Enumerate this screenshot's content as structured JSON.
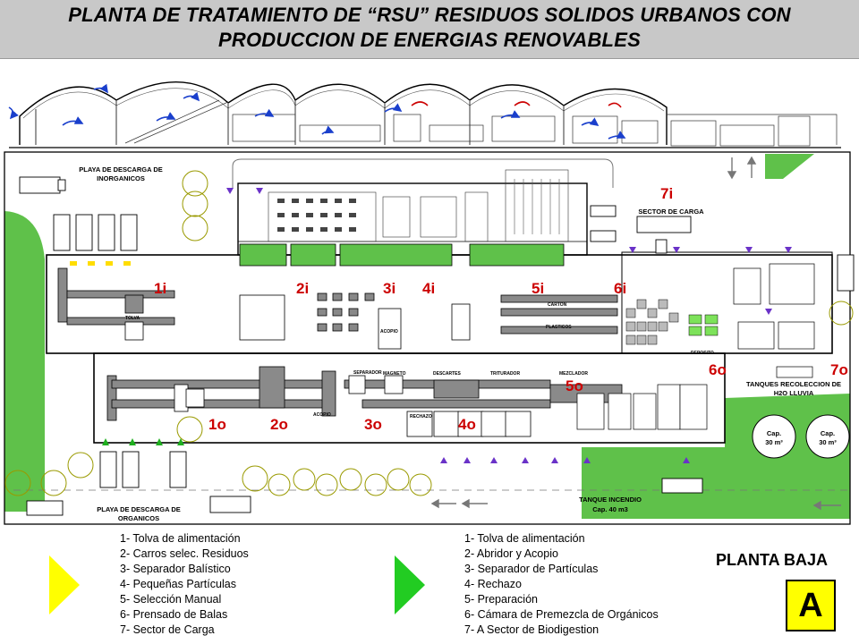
{
  "header": {
    "title_line1": "PLANTA DE TRATAMIENTO DE “RSU” RESIDUOS SOLIDOS URBANOS CON",
    "title_line2": "PRODUCCION DE ENERGIAS RENOVABLES"
  },
  "plan": {
    "areas": {
      "descarga_inorganicos": [
        "PLAYA DE DESCARGA DE",
        "INORGANICOS"
      ],
      "descarga_organicos": [
        "PLAYA DE DESCARGA DE",
        "ORGANICOS"
      ],
      "sector_carga": "SECTOR DE CARGA",
      "tanques_lluvia": [
        "TANQUES RECOLECCION DE",
        "H2O LLUVIA"
      ],
      "tanque_incendio": [
        "TANQUE INCENDIO",
        "Cap. 40 m3"
      ],
      "tank_capacity": [
        "Cap.",
        "30 m³"
      ]
    },
    "zone_labels_inorganic": [
      "1i",
      "2i",
      "3i",
      "4i",
      "5i",
      "6i",
      "7i"
    ],
    "zone_labels_organic": [
      "1o",
      "2o",
      "3o",
      "4o",
      "5o",
      "6o",
      "7o"
    ],
    "equipment_labels": {
      "tolva": "TOLVA",
      "acopio": "ACOPIO",
      "acopio_b": "ACOPIO",
      "separador": "SEPARADOR",
      "plasticos": "PLASTICOS",
      "carton": "CARTON",
      "trituradora": "TRITURADOR",
      "deposito": "DEPOSITO",
      "rechazo": "RECHAZO",
      "mezclador": "MEZCLADOR",
      "magneto": "MAGNETO",
      "descartes": "DESCARTES"
    }
  },
  "legend_inorganic": [
    "1- Tolva de alimentación",
    "2- Carros selec. Residuos",
    "3- Separador Balístico",
    "4- Pequeñas Partículas",
    "5- Selección Manual",
    "6- Prensado de Balas",
    "7- Sector de Carga"
  ],
  "legend_organic": [
    "1- Tolva de alimentación",
    "2- Abridor y Acopio",
    "3- Separador de Partículas",
    "4- Rechazo",
    "5- Preparación",
    "6- Cámara de Premezcla de Orgánicos",
    "7- A Sector de Biodigestion"
  ],
  "footer": {
    "planta_label": "PLANTA BAJA",
    "badge": "A"
  },
  "colors": {
    "header_bg": "#c8c8c8",
    "green_area": "#5fc14a",
    "arrow_yellow": "#ffff00",
    "arrow_green": "#22cc22",
    "zone_label": "#cc0000",
    "badge_bg": "#ffff00"
  }
}
